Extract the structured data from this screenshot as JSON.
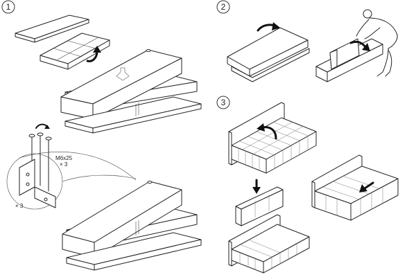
{
  "steps": [
    {
      "number": "1"
    },
    {
      "number": "2"
    },
    {
      "number": "3"
    }
  ],
  "labels": {
    "bolt_spec": "M6x25",
    "bolt_qty": "× 3",
    "bracket_qty": "× 3"
  },
  "colors": {
    "line": "#222222",
    "arrow": "#111111",
    "background": "#ffffff"
  }
}
